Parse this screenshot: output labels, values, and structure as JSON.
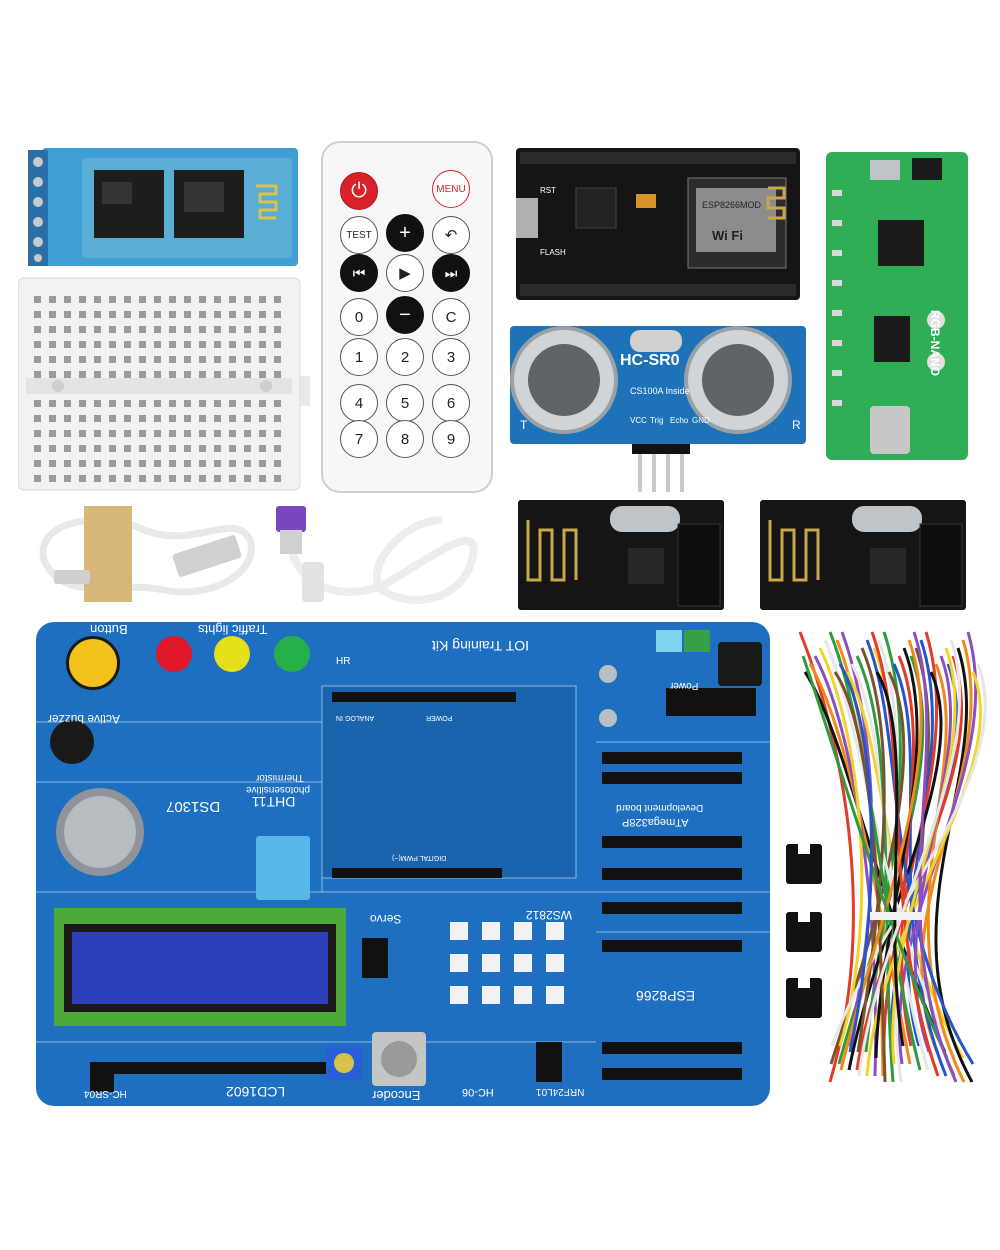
{
  "remote": {
    "power_label": "⏻",
    "menu_label": "MENU",
    "test_label": "TEST",
    "plus_label": "+",
    "back_label": "↶",
    "prev_label": "⏮",
    "play_label": "▶",
    "next_label": "⏭",
    "zero_label": "0",
    "minus_label": "−",
    "c_label": "C",
    "digits": [
      "1",
      "2",
      "3",
      "4",
      "5",
      "6",
      "7",
      "8",
      "9"
    ]
  },
  "modules": {
    "ultrasonic_label": "HC-SR0",
    "ultrasonic_sub": "CS100A Inside",
    "ultrasonic_pins": [
      "VCC",
      "Trig",
      "Echo",
      "GND"
    ],
    "ultrasonic_t": "T",
    "ultrasonic_r": "R",
    "nano_label": "RGB-NANO",
    "esp_label": "ESP8266MOD",
    "esp_wifi": "Wi Fi",
    "esp_rst": "RST",
    "esp_flash": "FLASH"
  },
  "board": {
    "title": "IOT Training Kit",
    "button_label": "Button",
    "traffic_label": "Traffic lights",
    "buzzer_label": "Active buzzer",
    "photo_label": "photosensitive",
    "thermistor_label": "Thermistor",
    "ds1307_label": "DS1307",
    "dht11_label": "DHT11",
    "lcd_label": "LCD1602",
    "encoder_label": "Encoder",
    "servo_label": "Servo",
    "ws2812_label": "WS2812",
    "esp8266_label": "ESP8266",
    "atmega_label": "ATmega328P",
    "dev_board_label": "Development board",
    "hc06_label": "HC-06",
    "nrf_label": "NRF24L01",
    "hcsr04_label": "HC-SR04",
    "power_label": "Power",
    "hr_label": "HR",
    "analog_label": "ANALOG IN",
    "digital_label": "DIGITAL PWM(~)",
    "power_hdr_label": "POWER"
  },
  "colors": {
    "pcb": "#1e6fbf",
    "pcb_dark": "#15548f",
    "yellow_button": "#f3c21c",
    "led_red": "#e0182a",
    "led_yellow": "#e6e01a",
    "led_green": "#25b04a",
    "lcd_screen": "#2b3fb8",
    "lcd_frame": "#4caa3a",
    "nano_pcb": "#2fae56",
    "esp_pcb": "#151515"
  }
}
